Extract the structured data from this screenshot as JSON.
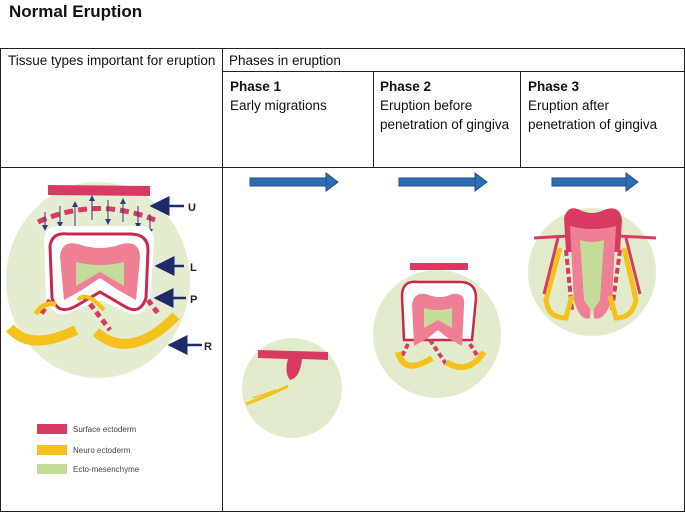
{
  "title": "Normal Eruption",
  "table": {
    "col1_header": "Tissue types important for eruption",
    "phases_header": "Phases in eruption",
    "phases": [
      {
        "label": "Phase 1",
        "desc": "Early migrations"
      },
      {
        "label": "Phase 2",
        "desc": "Eruption before penetration of gingiva"
      },
      {
        "label": "Phase 3",
        "desc": "Eruption after penetration of gingiva"
      }
    ]
  },
  "diagram": {
    "markers": [
      "U",
      "L",
      "P",
      "R"
    ],
    "legend": [
      {
        "label": "Surface ectoderm",
        "color": "#d83a62"
      },
      {
        "label": "Neuro ectoderm",
        "color": "#f5c11c"
      },
      {
        "label": "Ecto-mesenchyme",
        "color": "#c4dc9a"
      }
    ],
    "arrow_color": "#2e6db4"
  }
}
